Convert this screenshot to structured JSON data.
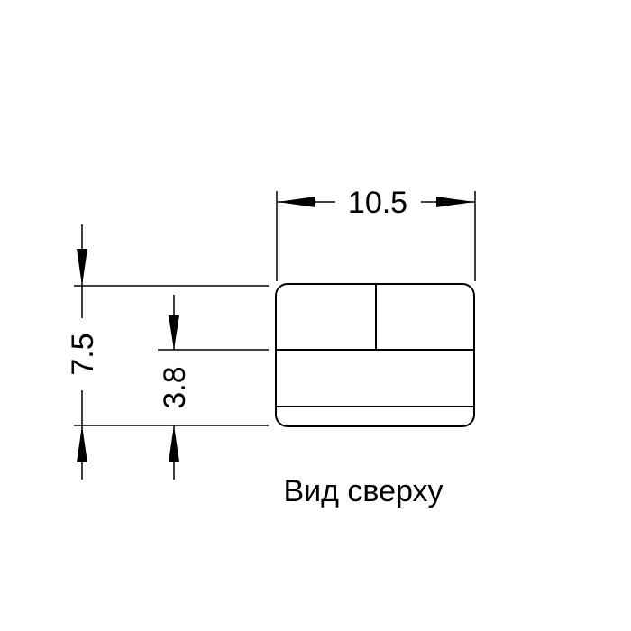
{
  "drawing": {
    "width_label": "10.5",
    "height_label": "7.5",
    "inner_height_label": "3.8",
    "caption": "Вид сверху",
    "line_color": "#000000"
  }
}
